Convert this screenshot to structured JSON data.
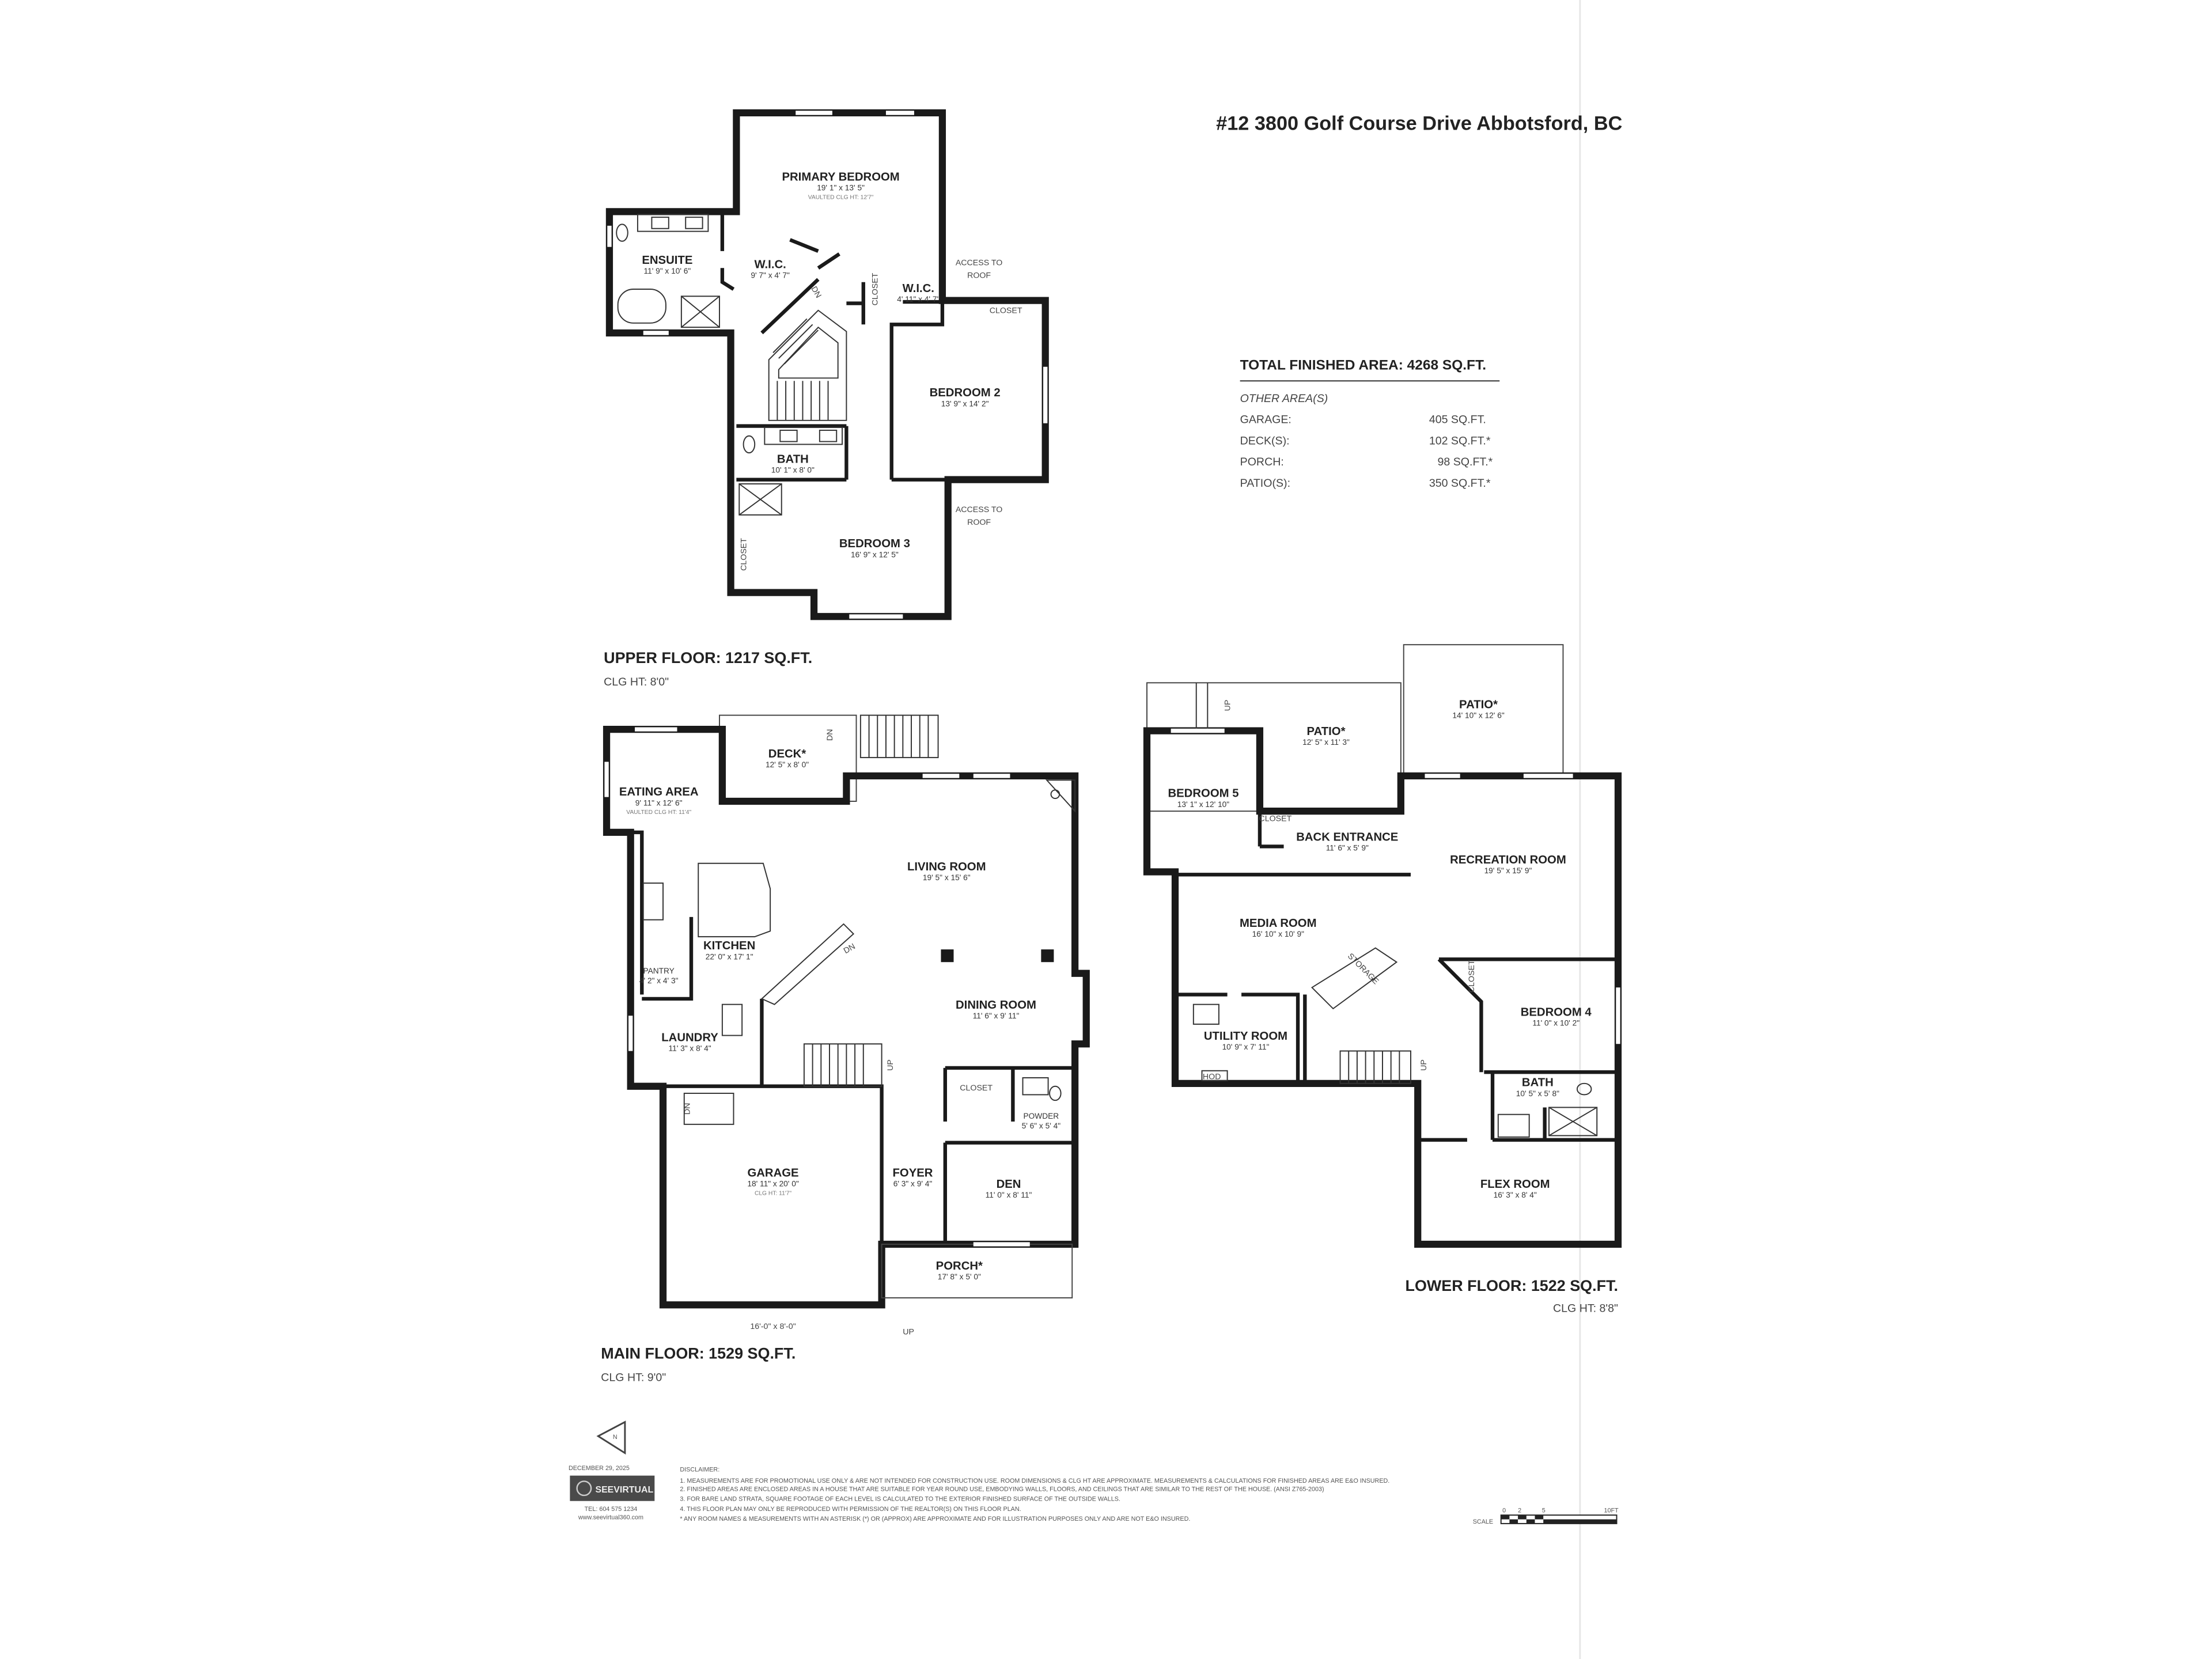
{
  "header": {
    "title": "#12 3800 Golf Course Drive Abbotsford, BC"
  },
  "summary": {
    "total_label": "TOTAL FINISHED AREA:  4268 SQ.FT.",
    "other_heading": "OTHER AREA(S)",
    "other_areas": [
      {
        "label": "GARAGE:",
        "value": "405 SQ.FT."
      },
      {
        "label": "DECK(S):",
        "value": "102 SQ.FT.*"
      },
      {
        "label": "PORCH:",
        "value": "98 SQ.FT.*"
      },
      {
        "label": "PATIO(S):",
        "value": "350 SQ.FT.*"
      }
    ]
  },
  "floors": {
    "upper": {
      "label": "UPPER FLOOR: 1217 SQ.FT.",
      "clg": "CLG HT: 8'0\"",
      "rooms": [
        {
          "name": "PRIMARY BEDROOM",
          "dims": "19' 1\" x 13' 5\"",
          "note": "VAULTED CLG HT: 12'7\""
        },
        {
          "name": "ENSUITE",
          "dims": "11' 9\" x 10' 6\""
        },
        {
          "name": "W.I.C.",
          "dims": "9' 7\" x 4' 7\""
        },
        {
          "name": "W.I.C.",
          "dims": "4' 11\" x 4' 7\""
        },
        {
          "name": "BEDROOM 2",
          "dims": "13' 9\" x 14' 2\""
        },
        {
          "name": "BATH",
          "dims": "10' 1\" x 8' 0\""
        },
        {
          "name": "BEDROOM 3",
          "dims": "16' 9\" x 12' 5\""
        }
      ],
      "labels": [
        "CLOSET",
        "CLOSET",
        "CLOSET",
        "ACCESS TO",
        "ROOF",
        "ACCESS TO",
        "ROOF",
        "DN"
      ]
    },
    "main": {
      "label": "MAIN FLOOR: 1529 SQ.FT.",
      "clg": "CLG HT: 9'0\"",
      "rooms": [
        {
          "name": "DECK*",
          "dims": "12' 5\" x 8' 0\""
        },
        {
          "name": "EATING AREA",
          "dims": "9' 11\" x 12' 6\"",
          "note": "VAULTED CLG HT: 11'4\""
        },
        {
          "name": "LIVING ROOM",
          "dims": "19' 5\" x 15' 6\""
        },
        {
          "name": "KITCHEN",
          "dims": "22' 0\" x 17' 1\""
        },
        {
          "name": "PANTRY",
          "dims": "4' 2\" x 4' 3\""
        },
        {
          "name": "LAUNDRY",
          "dims": "11' 3\" x 8' 4\""
        },
        {
          "name": "DINING ROOM",
          "dims": "11' 6\" x 9' 11\""
        },
        {
          "name": "POWDER",
          "dims": "5' 6\" x 5' 4\""
        },
        {
          "name": "GARAGE",
          "dims": "18' 11\" x 20' 0\"",
          "note": "CLG HT: 11'7\""
        },
        {
          "name": "FOYER",
          "dims": "6' 3\" x 9' 4\""
        },
        {
          "name": "DEN",
          "dims": "11' 0\" x 8' 11\""
        },
        {
          "name": "PORCH*",
          "dims": "17' 8\" x 5' 0\""
        }
      ],
      "labels": [
        "CLOSET",
        "16'-0\" x 8'-0\"",
        "UP",
        "UP",
        "DN",
        "DN",
        "DN"
      ]
    },
    "lower": {
      "label": "LOWER FLOOR: 1522 SQ.FT.",
      "clg": "CLG HT: 8'8\"",
      "rooms": [
        {
          "name": "PATIO*",
          "dims": "12' 5\" x 11' 3\""
        },
        {
          "name": "PATIO*",
          "dims": "14' 10\" x 12' 6\""
        },
        {
          "name": "BEDROOM 5",
          "dims": "13' 1\" x 12' 10\""
        },
        {
          "name": "BACK ENTRANCE",
          "dims": "11' 6\" x 5' 9\""
        },
        {
          "name": "RECREATION ROOM",
          "dims": "19' 5\" x 15' 9\""
        },
        {
          "name": "MEDIA ROOM",
          "dims": "16' 10\" x 10' 9\""
        },
        {
          "name": "UTILITY ROOM",
          "dims": "10' 9\" x 7' 11\""
        },
        {
          "name": "BEDROOM 4",
          "dims": "11' 0\" x 10' 2\""
        },
        {
          "name": "BATH",
          "dims": "10' 5\" x 5' 8\""
        },
        {
          "name": "FLEX ROOM",
          "dims": "16' 3\" x 8' 4\""
        }
      ],
      "labels": [
        "CLOSET",
        "CLOSET",
        "STORAGE",
        "HOD",
        "UP",
        "UP"
      ]
    }
  },
  "footer": {
    "date": "DECEMBER 29, 2025",
    "company": "SEEVIRTUAL",
    "tel": "TEL: 604 575 1234",
    "web": "www.seevirtual360.com",
    "north": "N",
    "disclaimer_heading": "DISCLAIMER:",
    "disclaimers": [
      "1. MEASUREMENTS ARE FOR PROMOTIONAL USE ONLY & ARE NOT INTENDED FOR CONSTRUCTION USE. ROOM DIMENSIONS & CLG HT ARE APPROXIMATE. MEASUREMENTS & CALCULATIONS FOR FINISHED AREAS ARE E&O INSURED.",
      "2. FINISHED AREAS ARE ENCLOSED AREAS IN A HOUSE THAT ARE SUITABLE FOR YEAR ROUND USE, EMBODYING WALLS, FLOORS, AND CEILINGS THAT ARE SIMILAR TO THE REST OF THE HOUSE. (ANSI Z765-2003)",
      "3. FOR BARE LAND STRATA, SQUARE FOOTAGE OF EACH LEVEL IS CALCULATED TO THE EXTERIOR FINISHED SURFACE OF THE OUTSIDE WALLS.",
      "4. THIS FLOOR PLAN MAY ONLY BE REPRODUCED WITH PERMISSION OF THE REALTOR(S) ON THIS FLOOR PLAN.",
      "* ANY ROOM NAMES & MEASUREMENTS WITH AN ASTERISK (*) OR (APPROX) ARE APPROXIMATE AND FOR ILLUSTRATION PURPOSES ONLY AND ARE NOT E&O INSURED."
    ],
    "scale": {
      "label": "SCALE",
      "ticks": [
        "0",
        "2",
        "5",
        "10FT"
      ]
    }
  }
}
